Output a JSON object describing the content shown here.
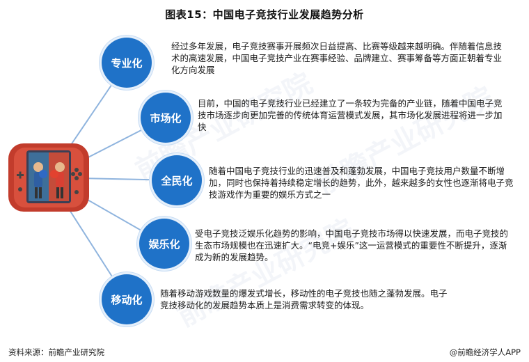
{
  "title": "图表15：中国电子竞技行业发展趋势分析",
  "hub": {
    "icon": "game-console-boxing-icon"
  },
  "colors": {
    "node": "#1f72c8",
    "line": "#8fb4de"
  },
  "trends": [
    {
      "label": "专业化",
      "text": "经过多年发展，电子竞技赛事开展频次日益提高、比赛等级越来越明确。伴随着信息技术的高速发展，中国电子竞技产业在赛事经验、品牌建立、赛事筹备等方面正朝着专业化方向发展"
    },
    {
      "label": "市场化",
      "text": "目前，中国的电子竞技行业已经建立了一条较为完备的产业链，随着中国电子竞技市场逐步向更加完善的传统体育运营模式发展，其市场化发展进程将进一步加快"
    },
    {
      "label": "全民化",
      "text": "随着中国电子竞技行业的迅速普及和蓬勃发展，中国电子竞技用户数量不断增加，同时也保持着持续稳定增长的趋势，此外，越来越多的女性也逐渐将电子竞技游戏作为重要的娱乐方式之一"
    },
    {
      "label": "娱乐化",
      "text": "受电子竞技泛娱乐化趋势的影响，中国电子竞技市场得以快速发展，而电子竞技的生态市场规模也在迅速扩大。“电竞+娱乐”这一运营模式的重要性不断提升，逐渐成为新的发展趋势。"
    },
    {
      "label": "移动化",
      "text": "随着移动游戏数量的爆发式增长，移动性的电子竞技也随之蓬勃发展。电子竞技移动化的发展趋势本质上是消费需求转变的体现。"
    }
  ],
  "footer": {
    "source": "资料来源：前瞻产业研究院",
    "brand": "@前瞻经济学人APP"
  },
  "watermark": "前瞻产业研究院"
}
